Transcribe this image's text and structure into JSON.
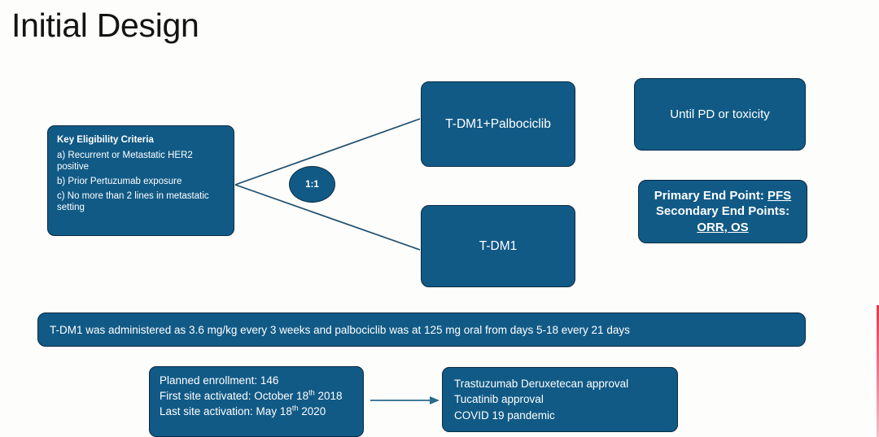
{
  "slide": {
    "title": "Initial Design",
    "accent_blue": "#115a86",
    "border_navy": "#0c2b44",
    "background": "#fdfdfb",
    "edge_accent": "#e03a4e"
  },
  "eligibility": {
    "heading": "Key Eligibility Criteria",
    "items": [
      "a) Recurrent or Metastatic HER2 positive",
      "b) Prior Pertuzumab exposure",
      "c) No more than 2 lines in metastatic setting"
    ]
  },
  "randomization": {
    "ratio": "1:1"
  },
  "arms": [
    {
      "label": "T-DM1+Palbociclib"
    },
    {
      "label": "T-DM1"
    }
  ],
  "treatment_duration": {
    "label": "Until PD or toxicity"
  },
  "endpoints": {
    "primary_prefix": "Primary End Point: ",
    "primary_value": "PFS",
    "secondary_prefix": "Secondary End Points:",
    "secondary_value": "ORR, OS"
  },
  "dosing": {
    "text": "T-DM1 was administered as 3.6 mg/kg every 3 weeks and palbociclib was at 125 mg oral from days 5-18 every 21 days"
  },
  "enrollment": {
    "line1": "Planned enrollment: 146",
    "line2_prefix": "First site activated: October 18",
    "line2_sup": "th",
    "line2_suffix": " 2018",
    "line3_prefix": "Last site activation: May 18",
    "line3_sup": "th",
    "line3_suffix": " 2020"
  },
  "events": {
    "lines": [
      "Trastuzumab Deruxetecan approval",
      "Tucatinib approval",
      "COVID 19 pandemic"
    ]
  }
}
